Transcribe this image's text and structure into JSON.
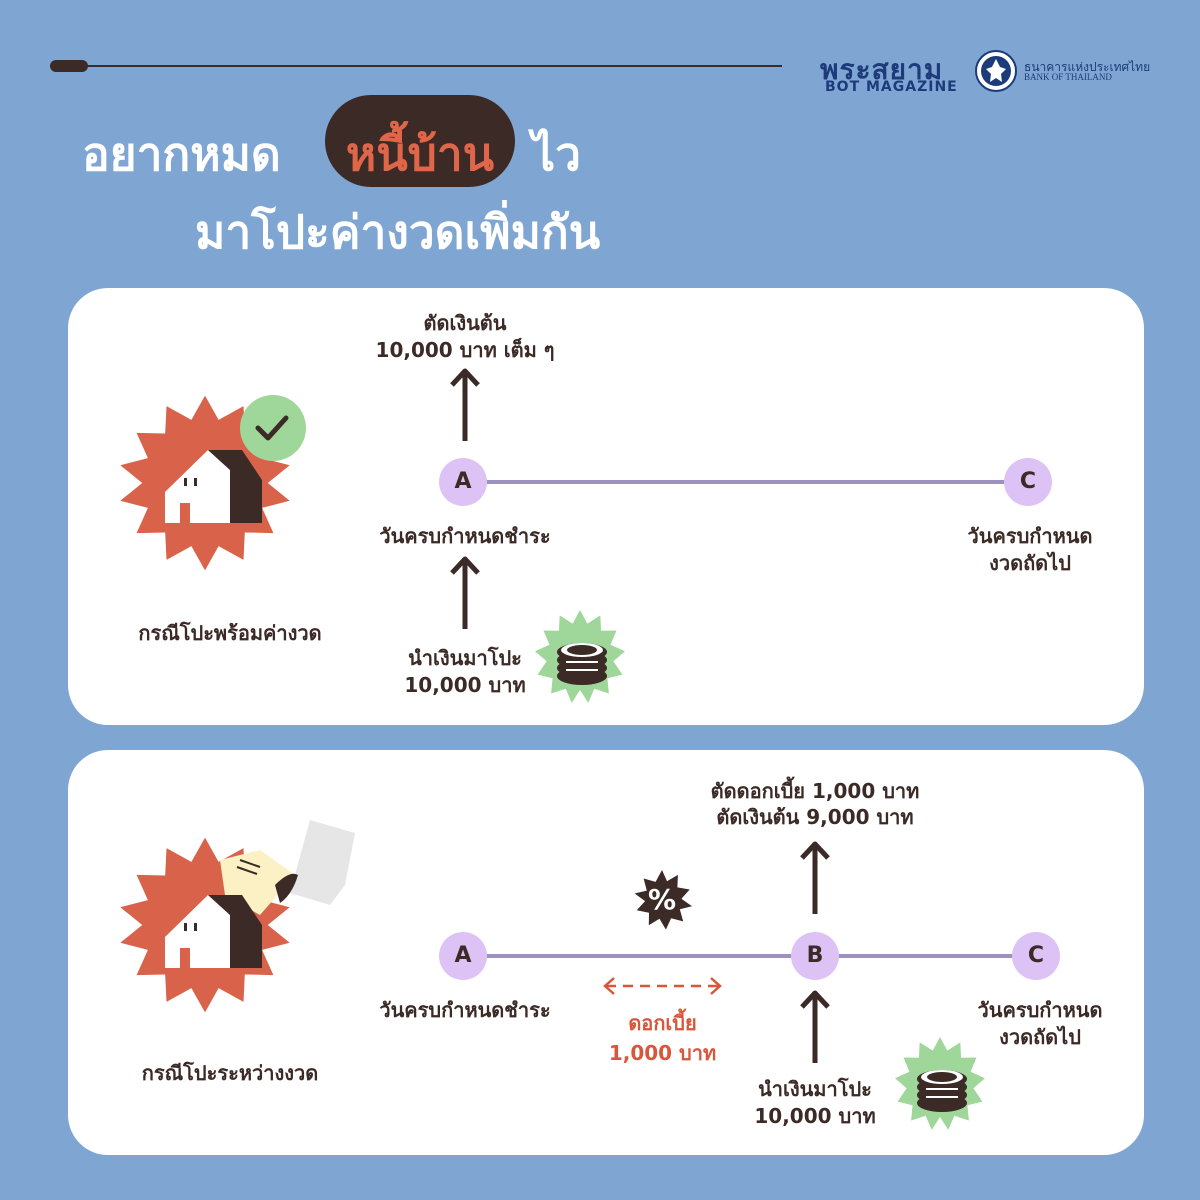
{
  "header": {
    "brand_name": "พระสยาม",
    "brand_sub": "BOT MAGAZINE",
    "bank_th": "ธนาคารแห่งประเทศไทย",
    "bank_en": "BANK OF THAILAND"
  },
  "title": {
    "line1_before": "อยากหมด",
    "highlight": "หนี้บ้าน",
    "line1_after": "ไว",
    "line2": "มาโปะค่างวดเพิ่มกัน"
  },
  "case1": {
    "name": "กรณีโปะพร้อมค่างวด",
    "top_note_1": "ตัดเงินต้น",
    "top_note_2": "10,000 บาท เต็ม ๆ",
    "node_a": "A",
    "node_c": "C",
    "a_label": "วันครบกำหนดชำระ",
    "c_label_1": "วันครบกำหนด",
    "c_label_2": "งวดถัดไป",
    "pay_1": "นำเงินมาโปะ",
    "pay_2": "10,000 บาท"
  },
  "case2": {
    "name": "กรณีโปะระหว่างงวด",
    "top_note_1": "ตัดดอกเบี้ย 1,000 บาท",
    "top_note_2": "ตัดเงินต้น 9,000 บาท",
    "node_a": "A",
    "node_b": "B",
    "node_c": "C",
    "a_label": "วันครบกำหนดชำระ",
    "c_label_1": "วันครบกำหนด",
    "c_label_2": "งวดถัดไป",
    "interest_1": "ดอกเบี้ย",
    "interest_2": "1,000 บาท",
    "percent": "%",
    "pay_1": "นำเงินมาโปะ",
    "pay_2": "10,000 บาท"
  },
  "colors": {
    "background": "#7fa6d3",
    "dark": "#3b2a26",
    "accent_red": "#d9563a",
    "node": "#dcc2f5",
    "green": "#9fd79a"
  }
}
